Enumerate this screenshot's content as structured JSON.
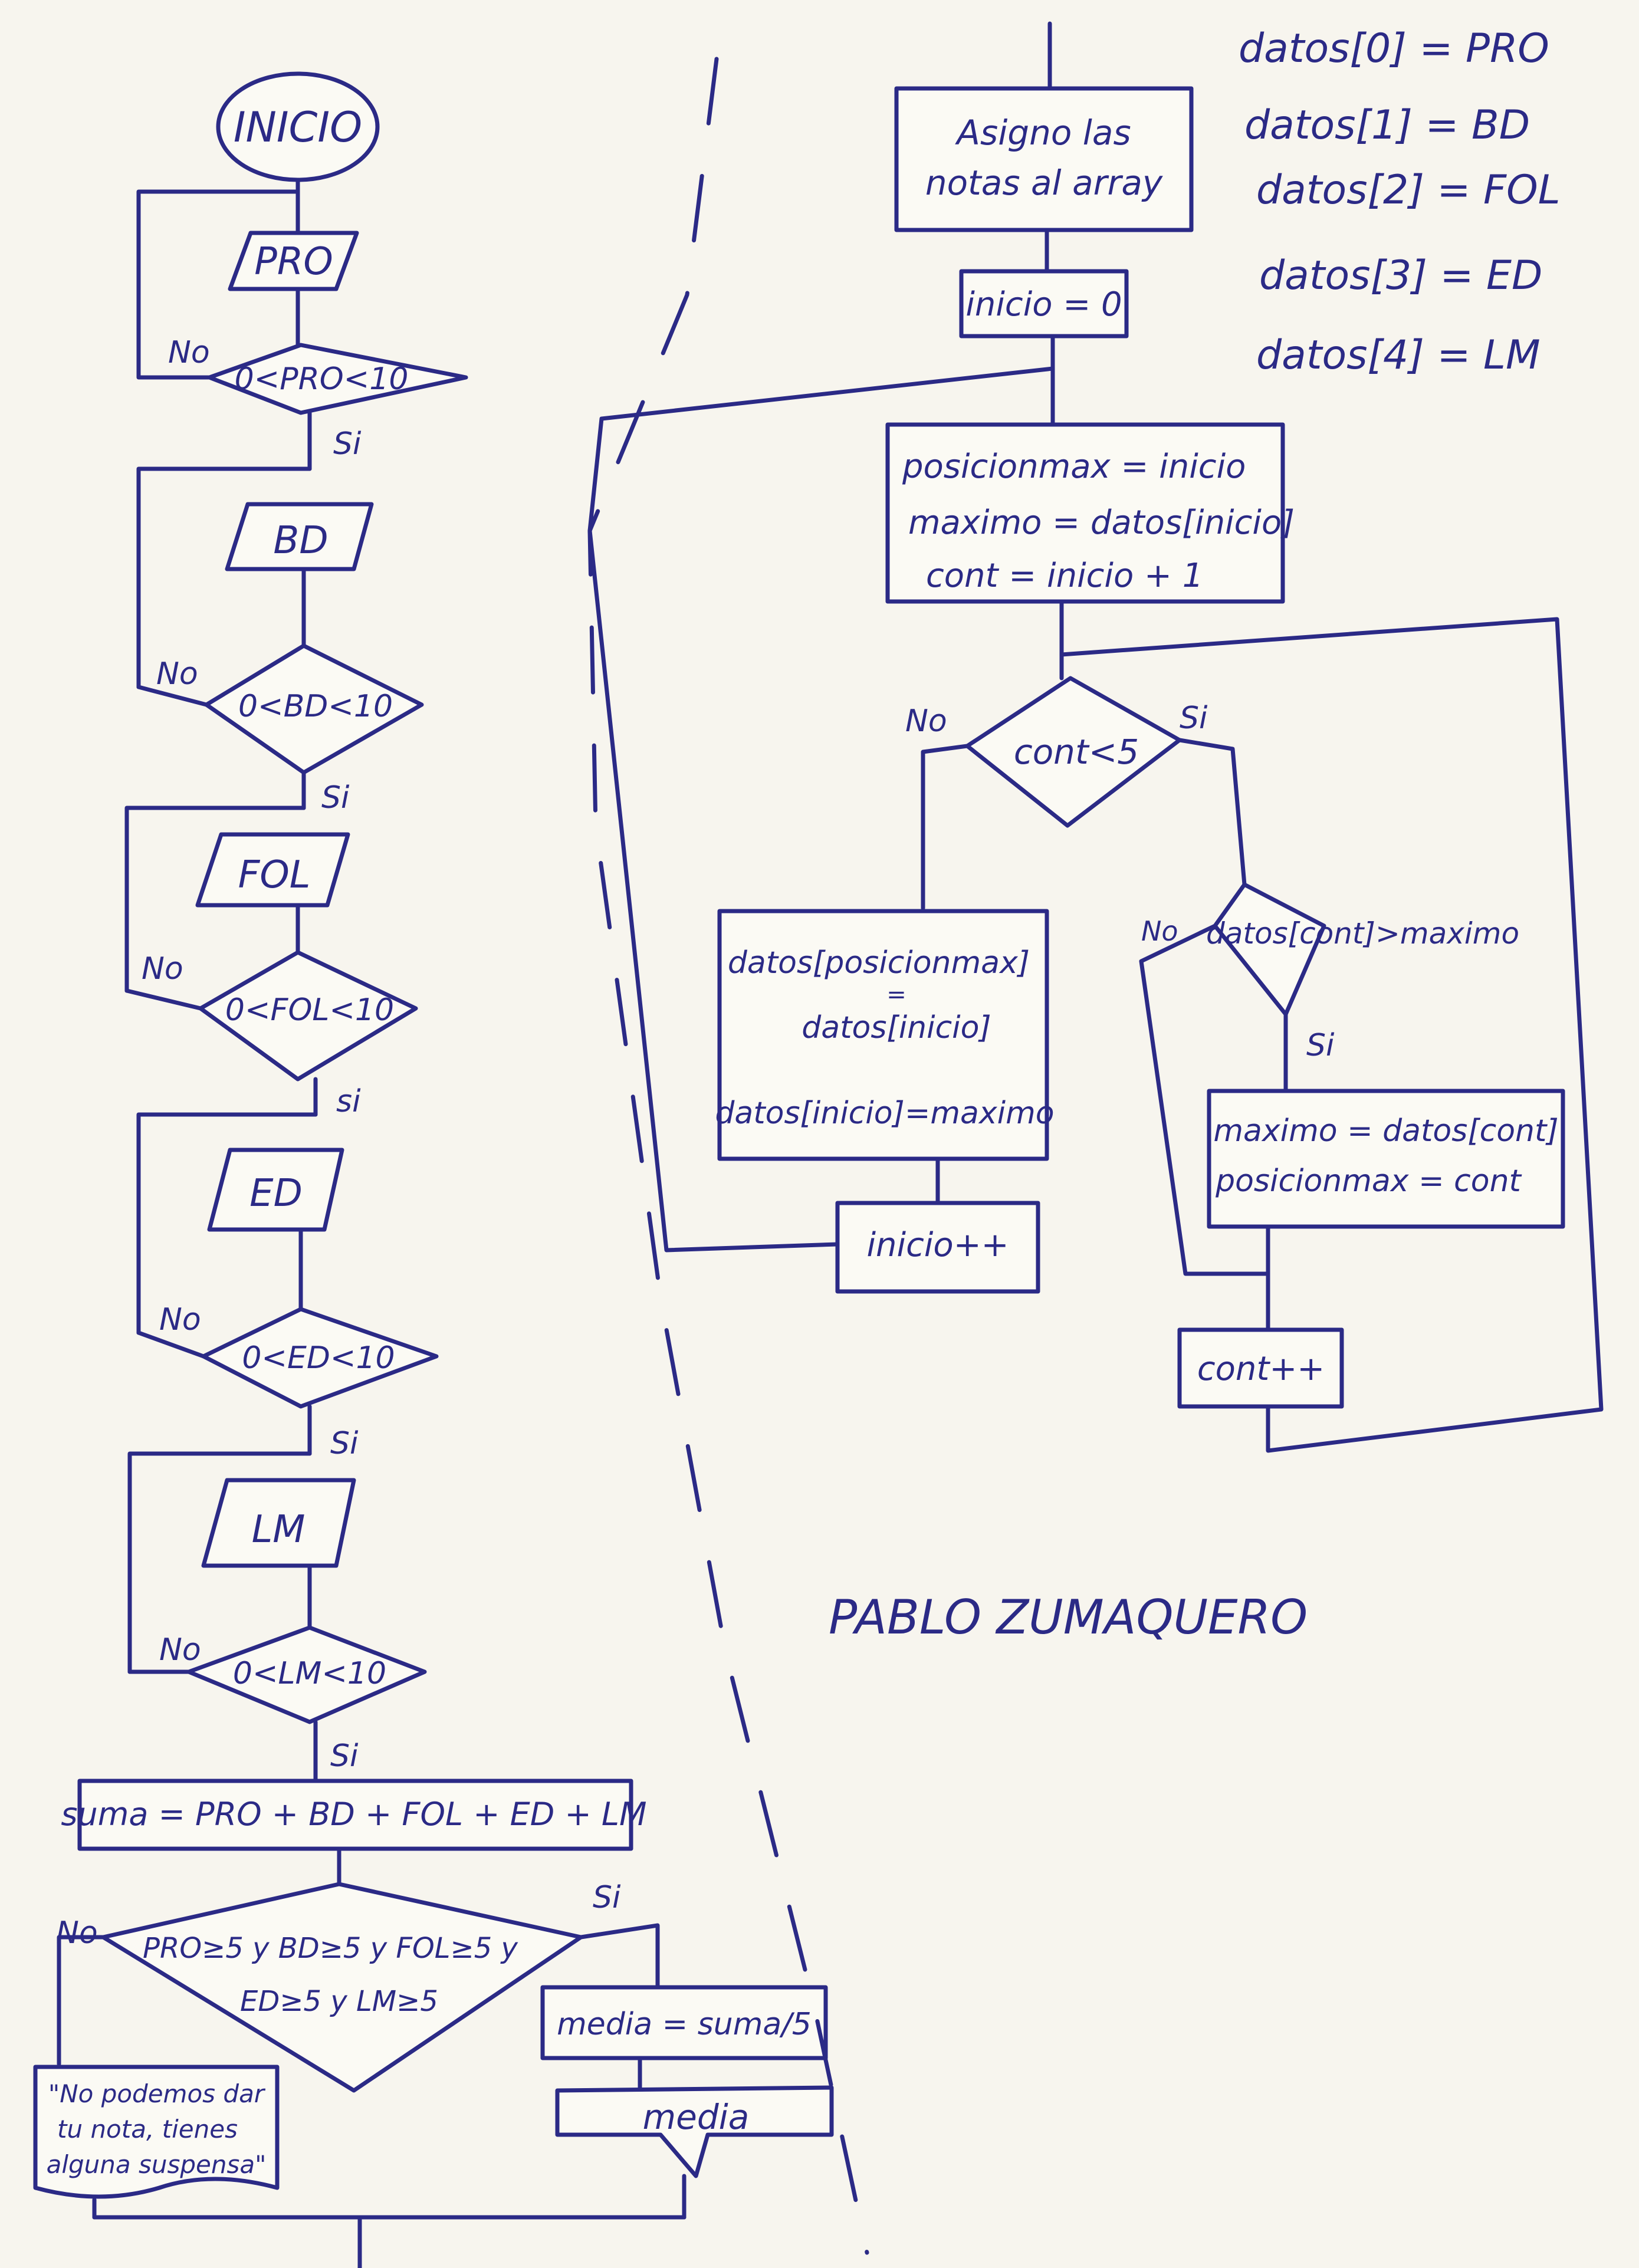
{
  "left_flow": {
    "start": "INICIO",
    "input_pro": "PRO",
    "cond_pro": "0<PRO<10",
    "input_bd": "BD",
    "cond_bd": "0<BD<10",
    "input_fol": "FOL",
    "cond_fol": "0<FOL<10",
    "input_ed": "ED",
    "cond_ed": "0<ED<10",
    "input_lm": "LM",
    "cond_lm": "0<LM<10",
    "suma": "suma = PRO + BD + FOL + ED + LM",
    "cond_final_line1": "PRO≥5 y BD≥5 y FOL≥5 y",
    "cond_final_line2": "ED≥5 y LM≥5",
    "media_calc": "media = suma/5",
    "media_out": "media",
    "fail_line1": "\"No podemos dar",
    "fail_line2": "tu nota, tienes",
    "fail_line3": "alguna suspensa\"",
    "yes": "Si",
    "yes_lower": "si",
    "no": "No"
  },
  "right_flow": {
    "assign_line1": "Asigno las",
    "assign_line2": "notas al array",
    "inicio_init": "inicio = 0",
    "block_line1": "posicionmax = inicio",
    "block_line2": "maximo = datos[inicio]",
    "block_line3": "cont = inicio + 1",
    "cond_cont": "cont<5",
    "swap_line1": "datos[posicionmax]",
    "swap_line2": "=",
    "swap_line3": "datos[inicio]",
    "swap_line4": "datos[inicio]=maximo",
    "inicio_inc": "inicio++",
    "cond_max": "datos[cont]>maximo",
    "update_line1": "maximo = datos[cont]",
    "update_line2": "posicionmax = cont",
    "cont_inc": "cont++",
    "yes": "Si",
    "no": "No"
  },
  "array_notes": [
    "datos[0] = PRO",
    "datos[1] = BD",
    "datos[2] = FOL",
    "datos[3] = ED",
    "datos[4] = LM"
  ],
  "author": "PABLO ZUMAQUERO",
  "colors": {
    "ink": "#2b2a86",
    "paper": "#f7f5ee"
  }
}
